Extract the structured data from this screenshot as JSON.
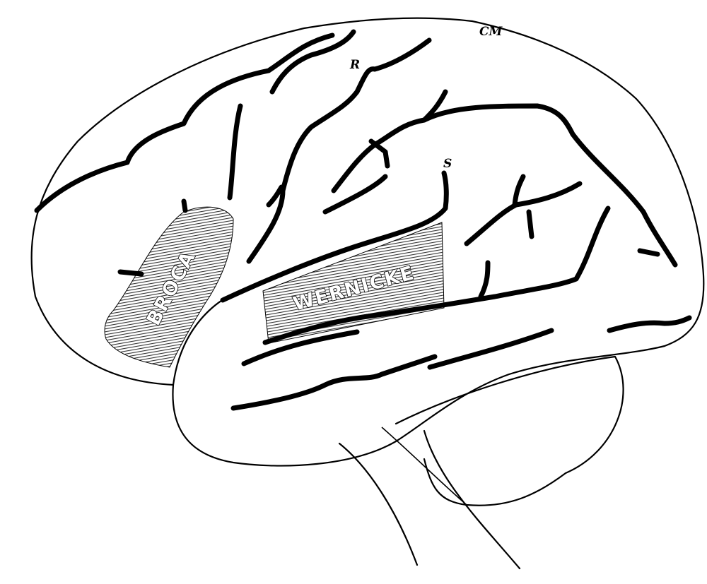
{
  "diagram": {
    "labels": {
      "cm": "CM",
      "r": "R",
      "s": "S"
    },
    "areas": {
      "broca": "BROCA",
      "wernicke": "WERNICKE"
    },
    "colors": {
      "ink": "#000000",
      "hatch": "#555555",
      "paper": "#ffffff"
    }
  }
}
